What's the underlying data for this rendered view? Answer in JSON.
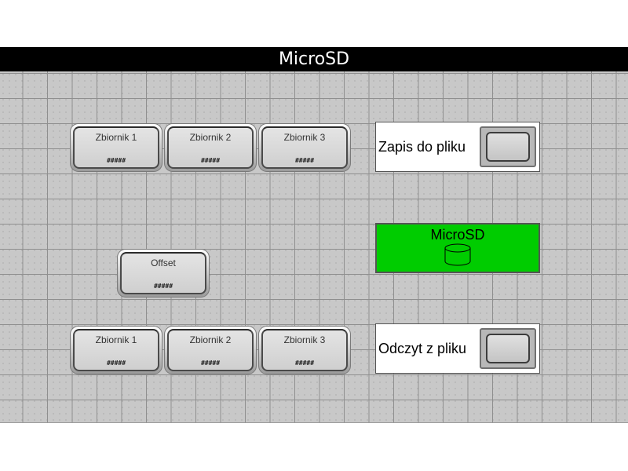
{
  "header": {
    "title": "MicroSD"
  },
  "write_row": [
    {
      "label": "Zbiornik 1",
      "value": "#####"
    },
    {
      "label": "Zbiornik 2",
      "value": "#####"
    },
    {
      "label": "Zbiornik 3",
      "value": "#####"
    }
  ],
  "offset": {
    "label": "Offset",
    "value": "#####"
  },
  "read_row": [
    {
      "label": "Zbiornik 1",
      "value": "#####"
    },
    {
      "label": "Zbiornik 2",
      "value": "#####"
    },
    {
      "label": "Zbiornik 3",
      "value": "#####"
    }
  ],
  "write_panel": {
    "label": "Zapis do pliku"
  },
  "read_panel": {
    "label": "Odczyt z pliku"
  },
  "sd_indicator": {
    "label": "MicroSD",
    "color": "#00cc00",
    "icon": "database-icon"
  }
}
